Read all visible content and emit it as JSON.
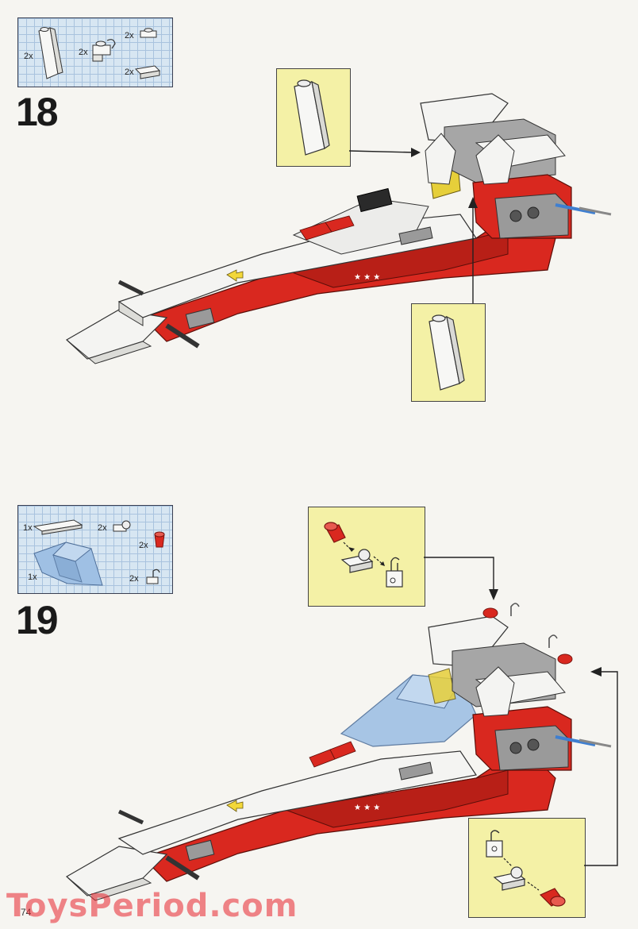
{
  "steps": [
    {
      "number": "18",
      "parts": [
        {
          "qty": "2x",
          "name": "white-slope-brick-icon"
        },
        {
          "qty": "2x",
          "name": "white-clip-plate-icon"
        },
        {
          "qty": "2x",
          "name": "white-plate-1x2-icon"
        },
        {
          "qty": "2x",
          "name": "white-tile-1x2-icon"
        }
      ],
      "callouts": [
        "white-slope-brick-callout",
        "white-slope-brick-callout"
      ]
    },
    {
      "number": "19",
      "parts": [
        {
          "qty": "1x",
          "name": "white-tile-1x4-icon"
        },
        {
          "qty": "2x",
          "name": "white-round-plate-icon"
        },
        {
          "qty": "2x",
          "name": "red-cone-icon"
        },
        {
          "qty": "1x",
          "name": "trans-blue-windscreen-icon"
        },
        {
          "qty": "2x",
          "name": "white-clip-icon"
        }
      ],
      "callouts": [
        "red-cone-clip-assembly-callout",
        "red-cone-clip-assembly-callout"
      ]
    }
  ],
  "page_number": "74",
  "watermark": "ToysPeriod.com",
  "colors": {
    "red": "#d9281f",
    "white": "#f4f4f2",
    "callout_bg": "#f4f1a6",
    "grid_bg": "#d7e6f2"
  }
}
